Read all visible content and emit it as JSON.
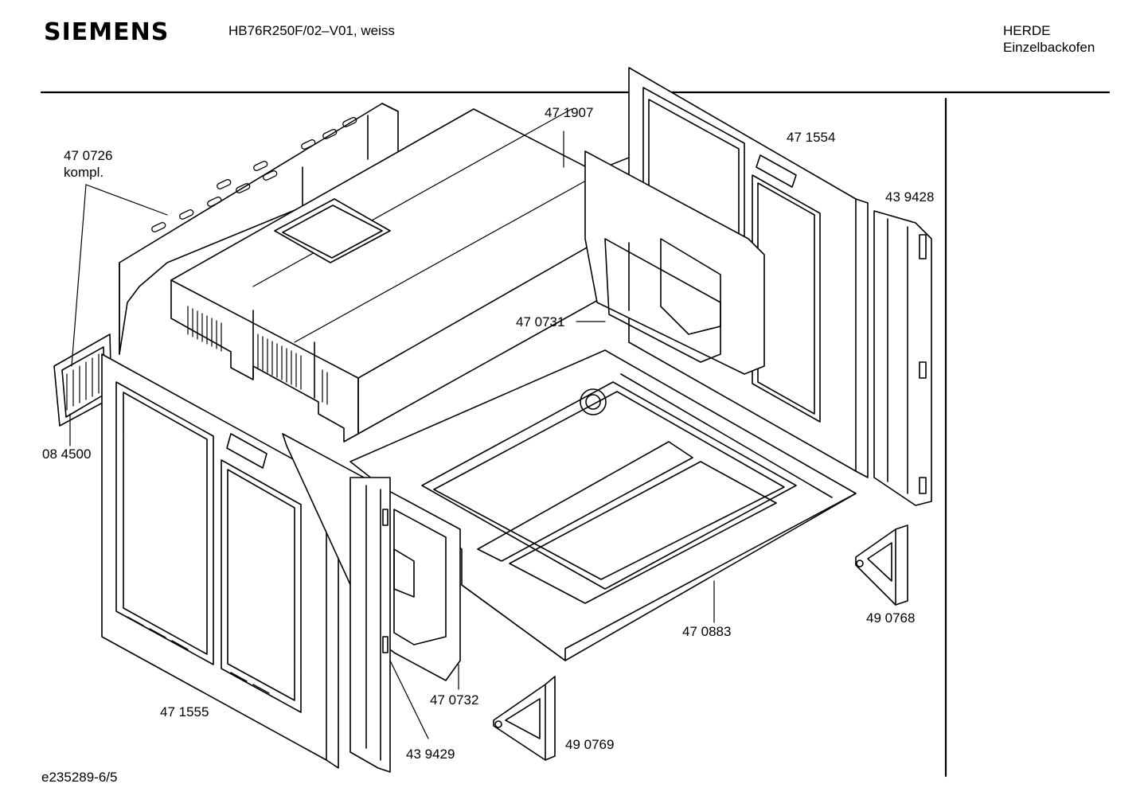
{
  "header": {
    "brand": "SIEMENS",
    "model": "HB76R250F/02–V01, weiss",
    "category_line1": "HERDE",
    "category_line2": "Einzelbackofen"
  },
  "footer": {
    "document_id": "e235289-6/5"
  },
  "parts": {
    "p470726": "47 0726",
    "p470726_note": "kompl.",
    "p471907": "47 1907",
    "p471554": "47 1554",
    "p439428": "43 9428",
    "p470731": "47 0731",
    "p084500": "08 4500",
    "p470883": "47 0883",
    "p490768": "49 0768",
    "p470732": "47 0732",
    "p471555": "47 1555",
    "p439429": "43 9429",
    "p490769": "49 0769"
  }
}
